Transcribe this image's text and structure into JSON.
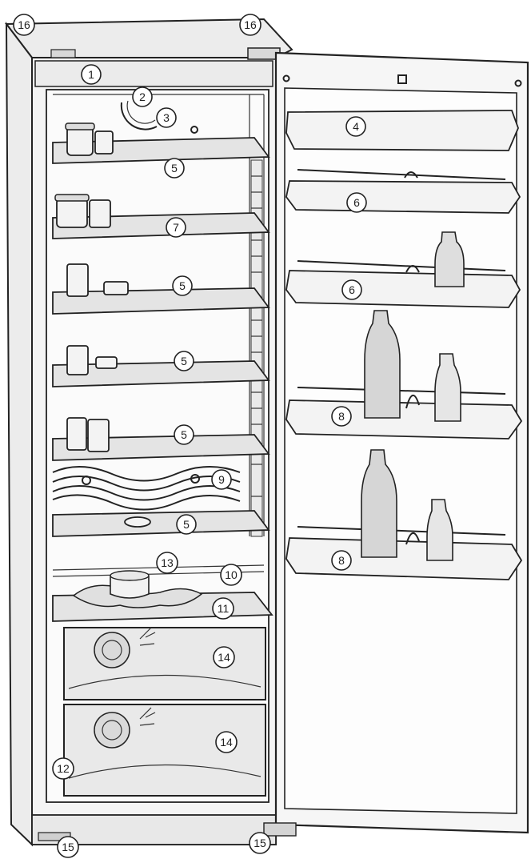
{
  "diagram": {
    "callouts": [
      {
        "id": "c16a",
        "label": "16"
      },
      {
        "id": "c16b",
        "label": "16"
      },
      {
        "id": "c1",
        "label": "1"
      },
      {
        "id": "c2",
        "label": "2"
      },
      {
        "id": "c3",
        "label": "3"
      },
      {
        "id": "c4",
        "label": "4"
      },
      {
        "id": "c5a",
        "label": "5"
      },
      {
        "id": "c6a",
        "label": "6"
      },
      {
        "id": "c7",
        "label": "7"
      },
      {
        "id": "c6b",
        "label": "6"
      },
      {
        "id": "c5b",
        "label": "5"
      },
      {
        "id": "c5c",
        "label": "5"
      },
      {
        "id": "c8a",
        "label": "8"
      },
      {
        "id": "c5d",
        "label": "5"
      },
      {
        "id": "c9",
        "label": "9"
      },
      {
        "id": "c5e",
        "label": "5"
      },
      {
        "id": "c8b",
        "label": "8"
      },
      {
        "id": "c13",
        "label": "13"
      },
      {
        "id": "c10",
        "label": "10"
      },
      {
        "id": "c11",
        "label": "11"
      },
      {
        "id": "c14a",
        "label": "14"
      },
      {
        "id": "c14b",
        "label": "14"
      },
      {
        "id": "c12",
        "label": "12"
      },
      {
        "id": "c15a",
        "label": "15"
      },
      {
        "id": "c15b",
        "label": "15"
      }
    ]
  }
}
